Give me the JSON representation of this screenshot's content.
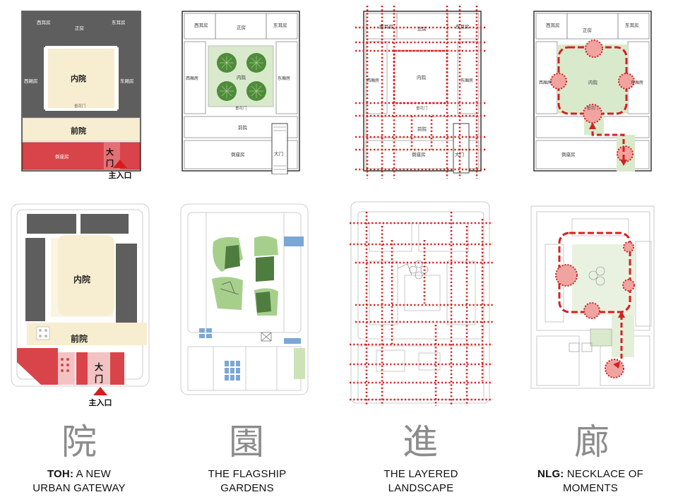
{
  "columns": [
    {
      "symbol": "院",
      "caption_bold": "TOH:",
      "caption_line1": " A NEW",
      "caption_line2": "URBAN GATEWAY",
      "top_labels": {
        "west_ear": "西耳房",
        "main_hall": "正房",
        "east_ear": "东耳房",
        "west_wing": "西厢房",
        "inner_court": "内院",
        "east_wing": "东厢房",
        "flower_gate": "垂花门",
        "front_court": "前院",
        "south_hall": "倒座房",
        "gate_top": "大",
        "gate_bottom": "门",
        "entrance": "主入口"
      },
      "bottom_labels": {
        "inner_court": "内院",
        "front_court": "前院",
        "gate_top": "大",
        "gate_bottom": "门",
        "entrance": "主入口"
      }
    },
    {
      "symbol": "園",
      "caption_line1": "THE FLAGSHIP",
      "caption_line2": "GARDENS",
      "top_labels": {
        "west_ear": "西耳房",
        "main_hall": "正房",
        "east_ear": "东耳房",
        "west_wing": "西厢房",
        "inner_court": "内院",
        "east_wing": "东厢房",
        "flower_gate": "垂花门",
        "front_court": "前院",
        "south_hall": "倒座房",
        "gate": "大门"
      }
    },
    {
      "symbol": "進",
      "caption_line1": "THE LAYERED",
      "caption_line2": "LANDSCAPE",
      "top_labels": {
        "west_ear": "西耳房",
        "main_hall": "正房",
        "east_ear": "东耳房",
        "west_wing": "西厢房",
        "inner_court": "内院",
        "east_wing": "东厢房",
        "flower_gate": "垂花门",
        "front_court": "前院",
        "south_hall": "倒座房",
        "gate": "大门"
      }
    },
    {
      "symbol": "廊",
      "caption_bold": "NLG:",
      "caption_line1": " NECKLACE OF",
      "caption_line2": "MOMENTS",
      "top_labels": {
        "west_ear": "西耳房",
        "main_hall": "正房",
        "east_ear": "东耳房",
        "west_wing": "西厢房",
        "inner_court": "内院",
        "east_wing": "东厢房",
        "flower_gate": "垂花门",
        "south_hall": "倒座房"
      }
    }
  ],
  "colors": {
    "dark_block": "#5a5a5a",
    "cream": "#f7edd0",
    "red_zone": "#d9444a",
    "pink_zone": "#f3c3c3",
    "green_court": "#cfe5bf",
    "tree": "#4e8b3a",
    "dotted_red": "#d42020",
    "blue_roof": "#7aa7d6",
    "grey_text": "#8c8c8c"
  }
}
